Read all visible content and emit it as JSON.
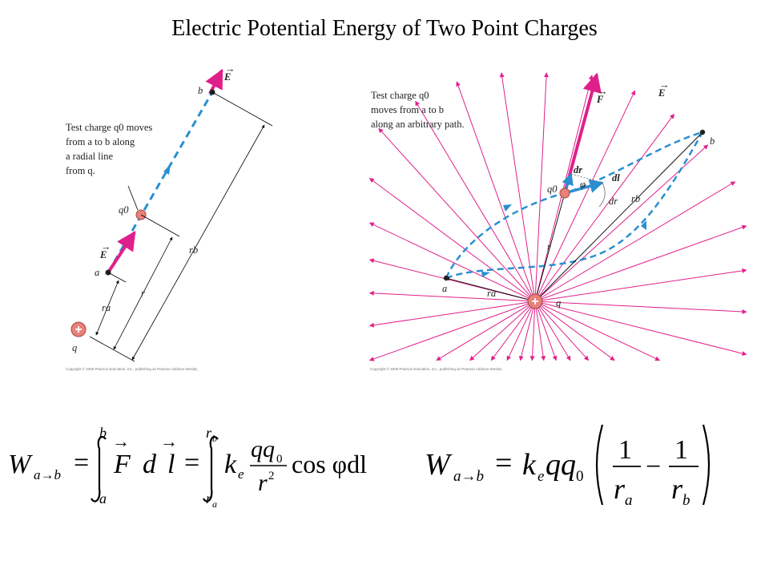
{
  "title": "Electric Potential Energy of Two Point Charges",
  "colors": {
    "field": "#e0208a",
    "path": "#2a8fd0",
    "force": "#e0208a",
    "charge": "#e8817a",
    "line": "#000000"
  },
  "left_figure": {
    "caption_lines": [
      "Test charge q0 moves",
      "from a to b along",
      "a radial line",
      "from q."
    ],
    "labels": {
      "E_top": "E",
      "E_bottom": "E",
      "b": "b",
      "a": "a",
      "q0": "q0",
      "q": "q",
      "r": "r",
      "ra": "ra",
      "rb": "rb"
    },
    "copyright": "Copyright © 2008 Pearson Education, Inc., publishing as Pearson Addison-Wesley"
  },
  "right_figure": {
    "caption_lines": [
      "Test charge q0",
      "moves from a to b",
      "along an arbitrary path."
    ],
    "labels": {
      "F": "F",
      "E": "E",
      "b": "b",
      "a": "a",
      "q0": "q0",
      "q": "q",
      "r": "r",
      "ra": "ra",
      "rb": "rb",
      "dr_vec": "dr",
      "dl": "dl",
      "phi": "φ",
      "dr": "dr"
    },
    "copyright": "Copyright © 2008 Pearson Education, Inc., publishing as Pearson Addison-Wesley"
  },
  "equation_left": {
    "lhs": "W",
    "lhs_sub": "a→b",
    "int1_upper": "b",
    "int1_lower": "a",
    "vec_F": "F",
    "garbled": "",
    "d": "d",
    "vec_l": "l",
    "int2_upper": "r",
    "int2_upper_sub": "b",
    "int2_lower": "r",
    "int2_lower_sub": "a",
    "k": "k",
    "k_sub": "e",
    "num": "qq",
    "num_sub": "0",
    "den": "r",
    "den_sup": "2",
    "tail": "cos φdl"
  },
  "equation_right": {
    "lhs": "W",
    "lhs_sub": "a→b",
    "rhs": "k",
    "rhs_sub": "e",
    "qq": "qq",
    "qq_sub": "0",
    "one_a": "1",
    "ra": "r",
    "ra_sub": "a",
    "minus": "−",
    "one_b": "1",
    "rb": "r",
    "rb_sub": "b"
  }
}
